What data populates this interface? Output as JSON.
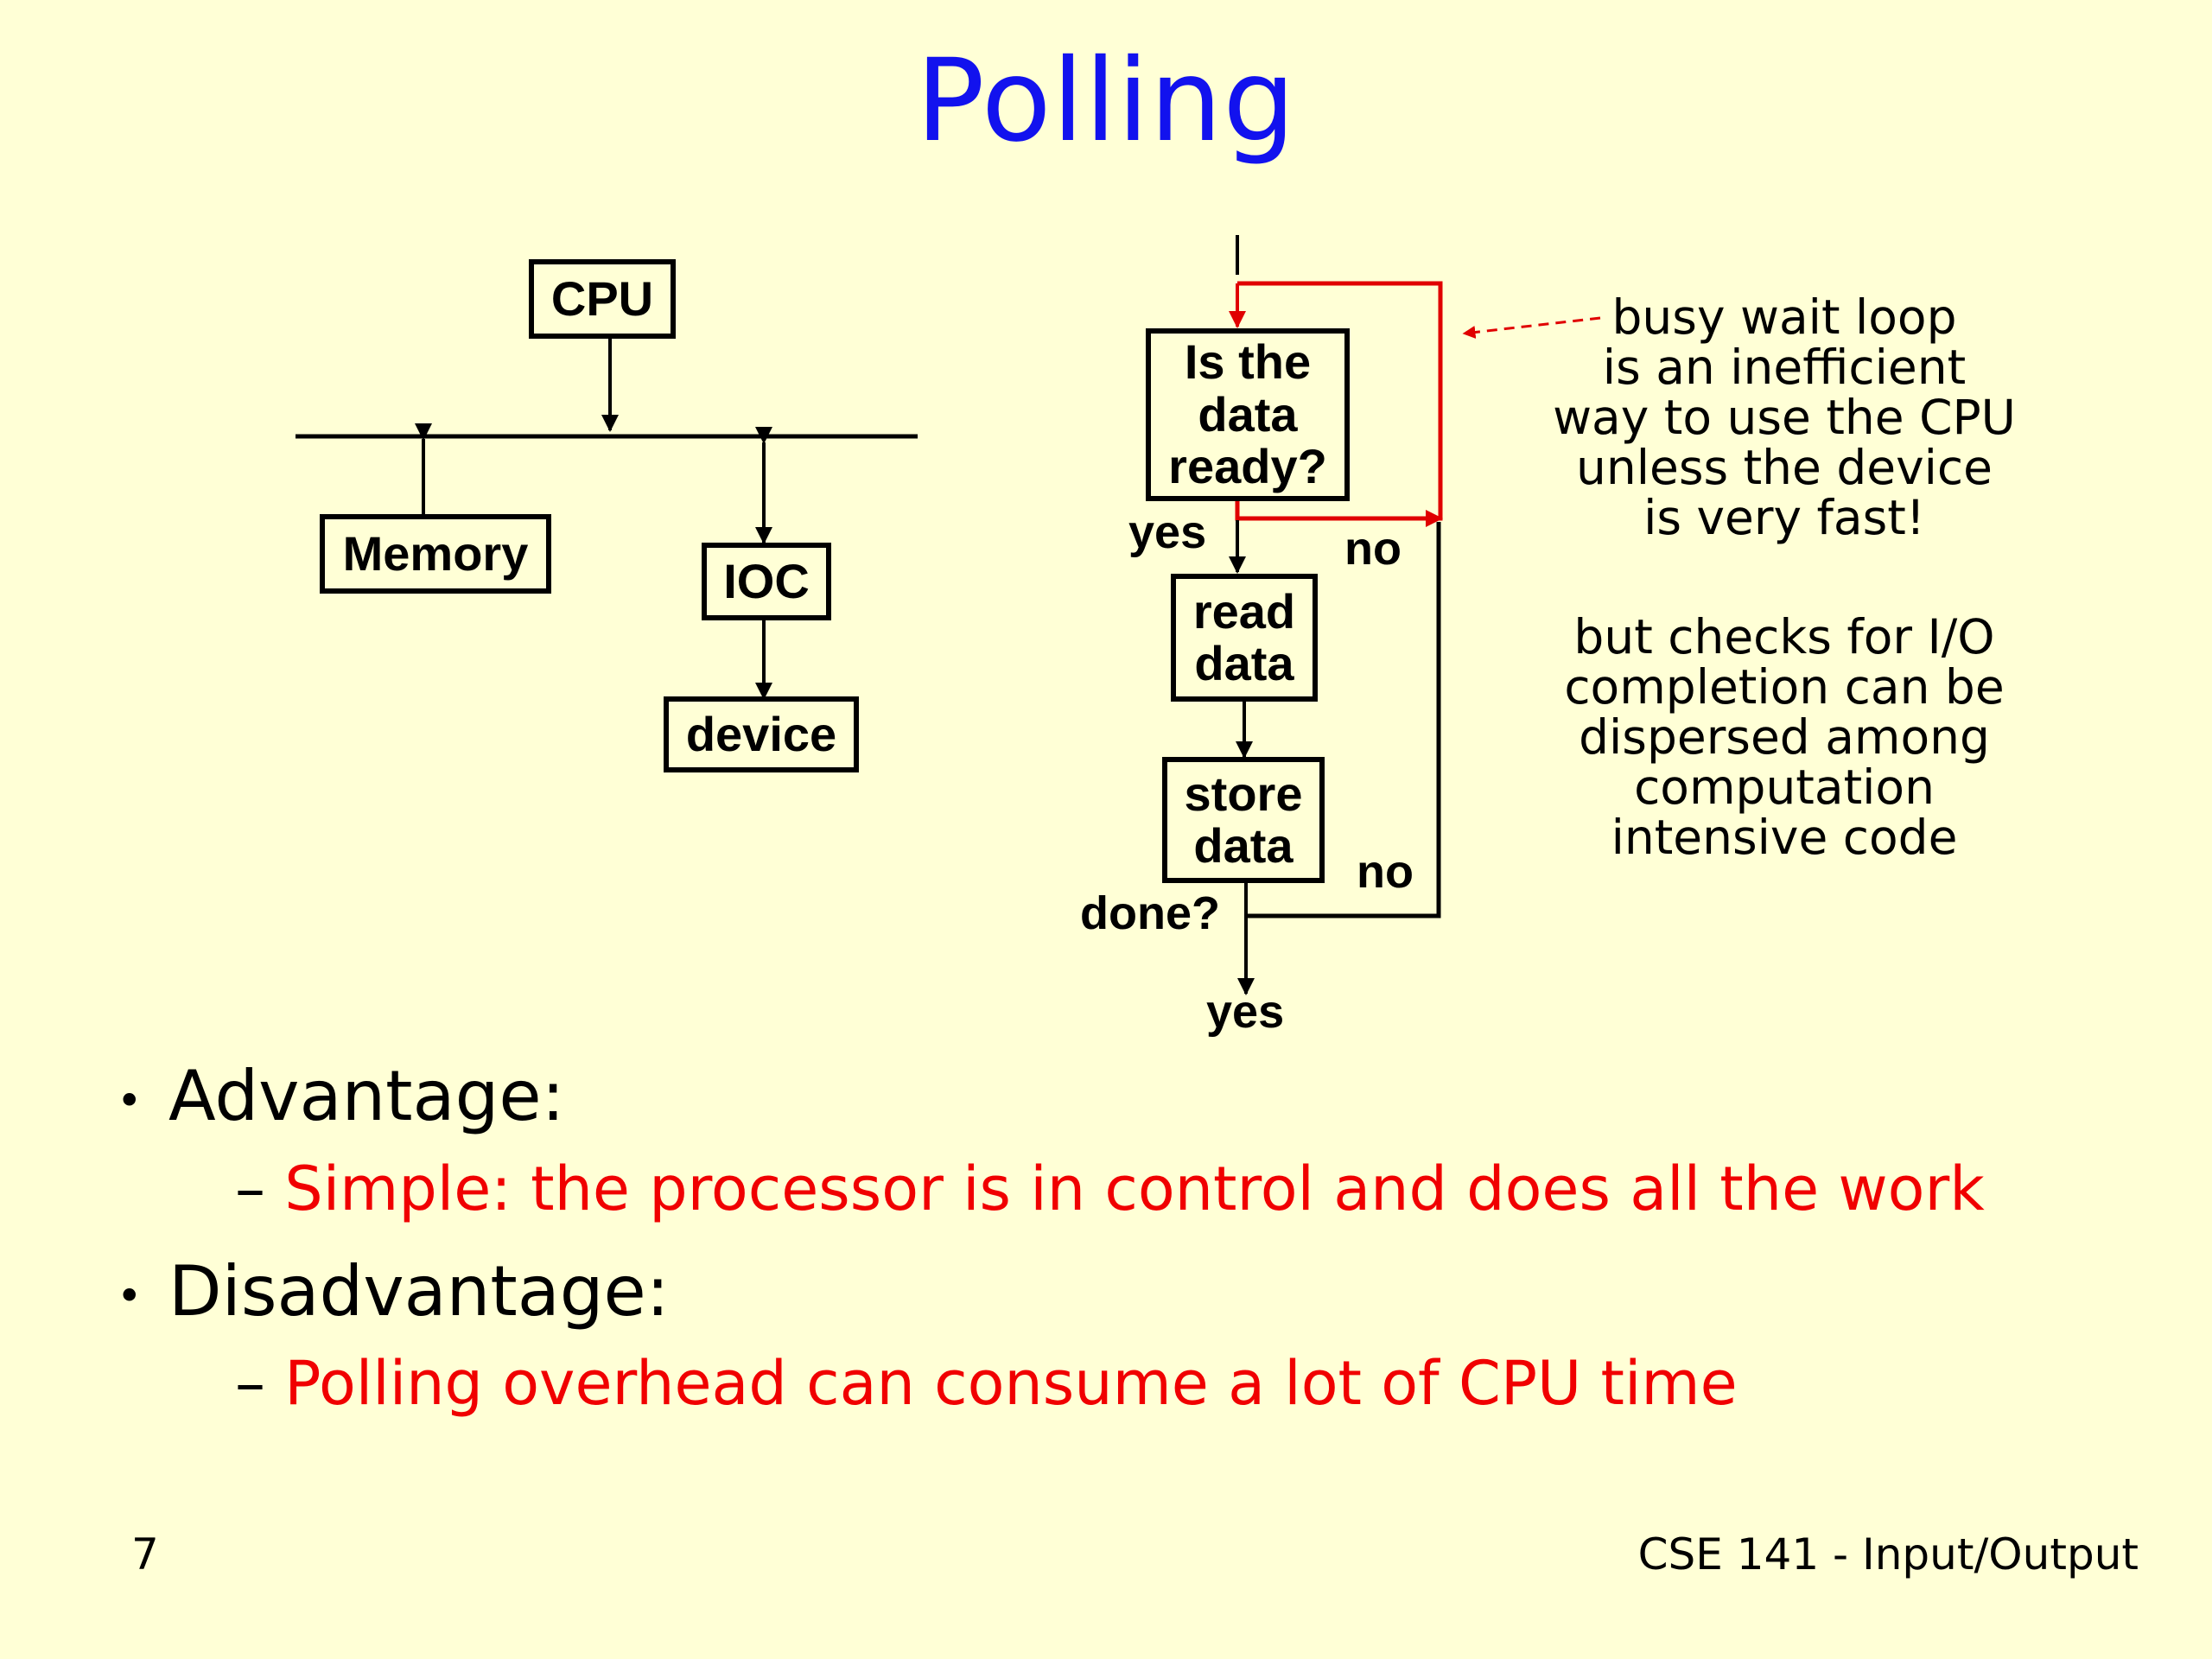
{
  "title": "Polling",
  "blocks": {
    "cpu": "CPU",
    "memory": "Memory",
    "ioc": "IOC",
    "device": "device"
  },
  "flow": {
    "check": "Is the\ndata\nready?",
    "read": "read\ndata",
    "store": "store\ndata",
    "yes_1": "yes",
    "no_1": "no",
    "done": "done?",
    "no_2": "no",
    "yes_2": "yes"
  },
  "notes": {
    "busy": "busy wait loop\nis  an inefficient\nway to use the CPU\nunless the device\nis very fast!",
    "checks": "but checks for I/O\ncompletion can be\ndispersed among\ncomputation\nintensive code"
  },
  "bullets": [
    {
      "heading": "Advantage:",
      "dash": "–",
      "detail": "Simple: the processor is in control and does all the work"
    },
    {
      "heading": "Disadvantage:",
      "dash": "–",
      "detail": "Polling overhead can consume a lot of CPU time"
    }
  ],
  "footer": {
    "page_number": "7",
    "course": "CSE 141 - Input/Output"
  },
  "colors": {
    "background": "#FFFFD6",
    "title": "#1212EE",
    "loop": "#E00000",
    "emphasis": "#F00000"
  }
}
